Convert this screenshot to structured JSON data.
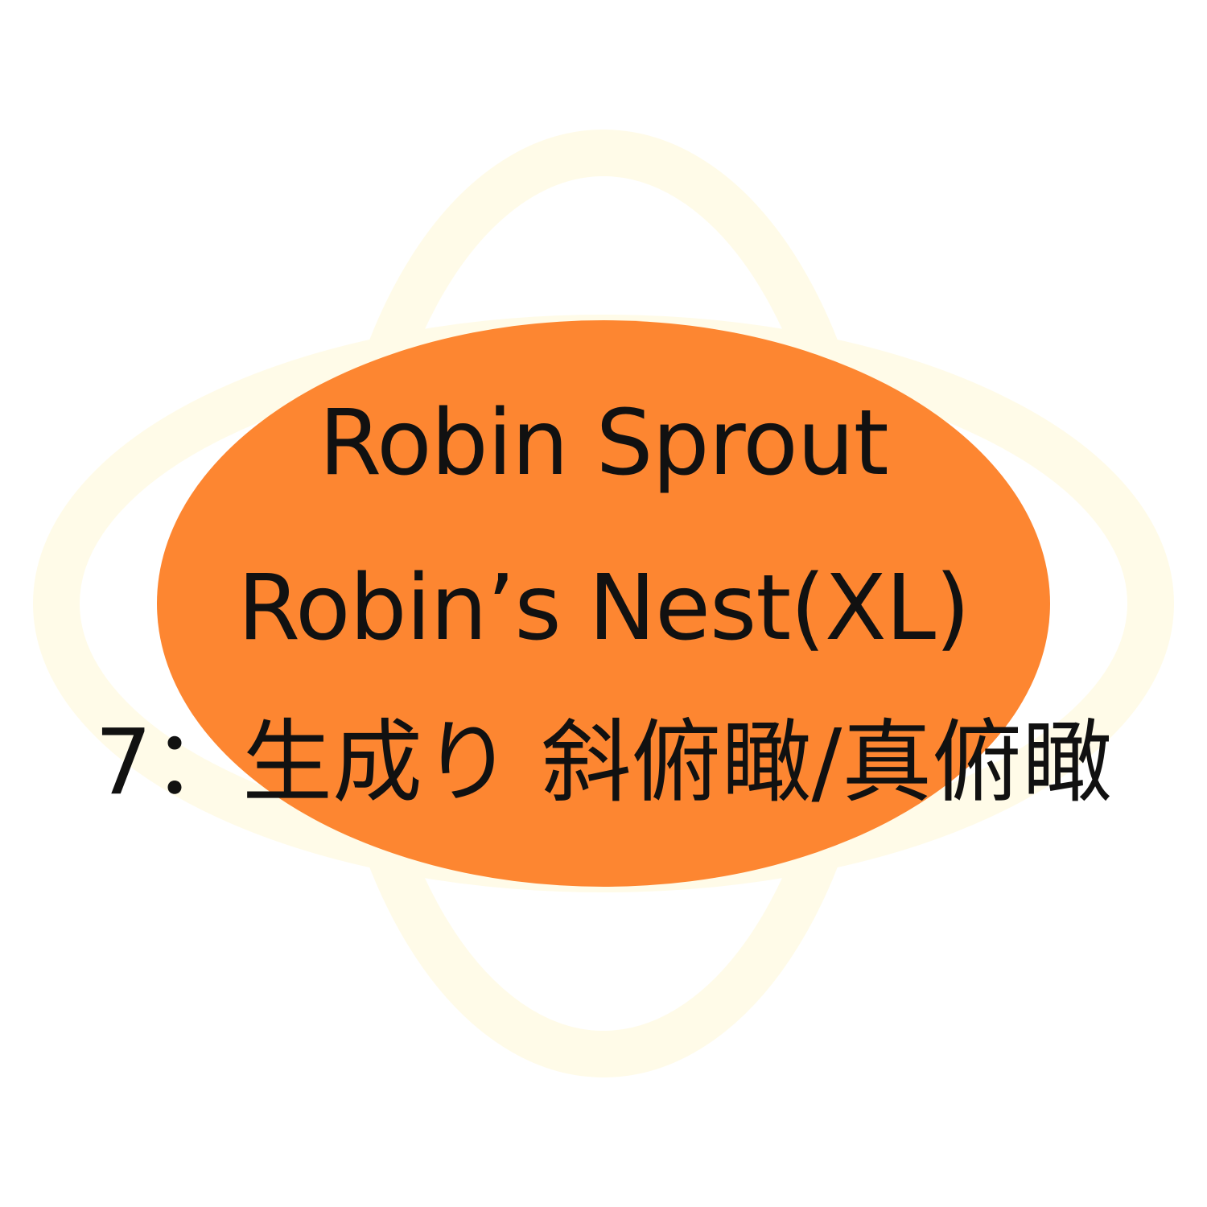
{
  "label": {
    "line1": "Robin Sprout",
    "line2": "Robin’s Nest(XL)",
    "line3": "7：生成り 斜俯瞰/真俯瞰"
  },
  "colors": {
    "background": "#ffffff",
    "ring": "#fffbe8",
    "oval": "#fd8631",
    "text": "#111111"
  }
}
